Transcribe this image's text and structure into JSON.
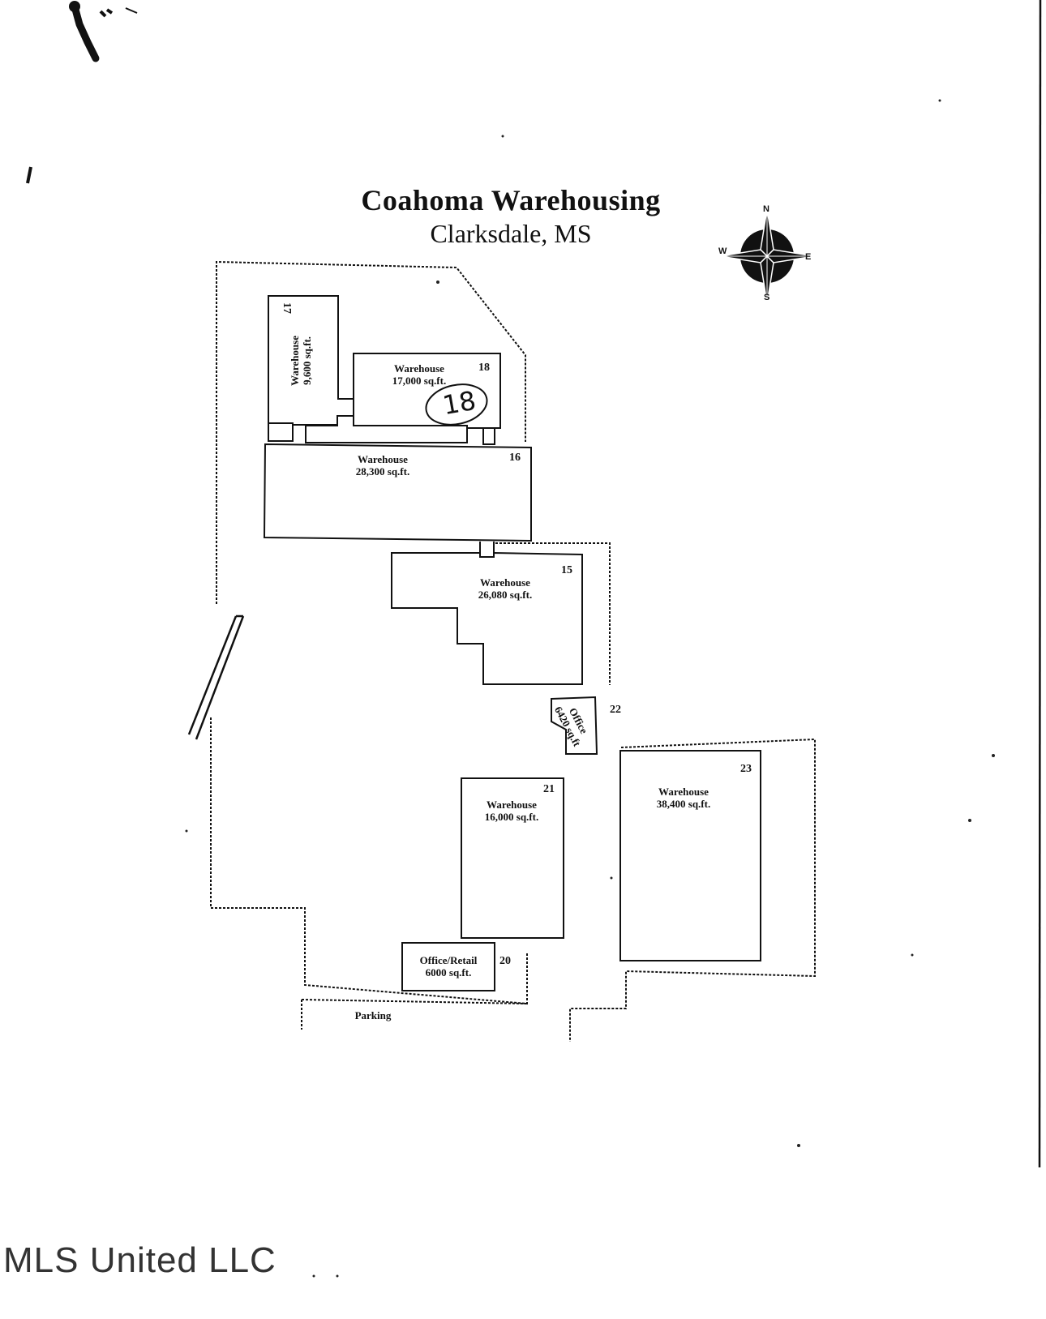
{
  "title": "Coahoma Warehousing",
  "subtitle": "Clarksdale, MS",
  "compass": {
    "n": "N",
    "s": "S",
    "e": "E",
    "w": "W"
  },
  "buildings": [
    {
      "id": "17",
      "type": "Warehouse",
      "size": "9,600 sq.ft."
    },
    {
      "id": "18",
      "type": "Warehouse",
      "size": "17,000 sq.ft."
    },
    {
      "id": "16",
      "type": "Warehouse",
      "size": "28,300 sq.ft."
    },
    {
      "id": "15",
      "type": "Warehouse",
      "size": "26,080 sq.ft."
    },
    {
      "id": "22",
      "type": "Office",
      "size": "6420 sq.ft"
    },
    {
      "id": "21",
      "type": "Warehouse",
      "size": "16,000 sq.ft."
    },
    {
      "id": "23",
      "type": "Warehouse",
      "size": "38,400 sq.ft."
    },
    {
      "id": "20",
      "type": "Office/Retail",
      "size": "6000 sq.ft."
    }
  ],
  "handwritten_note": "18",
  "parking_label": "Parking",
  "watermark": "MLS United LLC"
}
